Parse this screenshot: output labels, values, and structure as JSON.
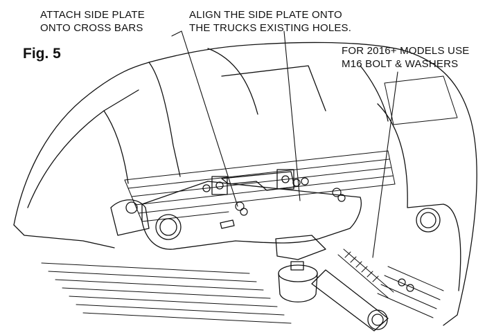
{
  "figure": {
    "label": "Fig. 5"
  },
  "callouts": {
    "attach": {
      "line1": "ATTACH SIDE PLATE",
      "line2": "ONTO CROSS BARS"
    },
    "align": {
      "line1": "ALIGN THE SIDE PLATE ONTO",
      "line2": "THE TRUCKS EXISTING HOLES."
    },
    "models": {
      "line1": "FOR 2016+ MODELS USE",
      "line2": "M16 BOLT & WASHERS"
    }
  },
  "colors": {
    "ink": "#111111",
    "background": "#ffffff"
  }
}
